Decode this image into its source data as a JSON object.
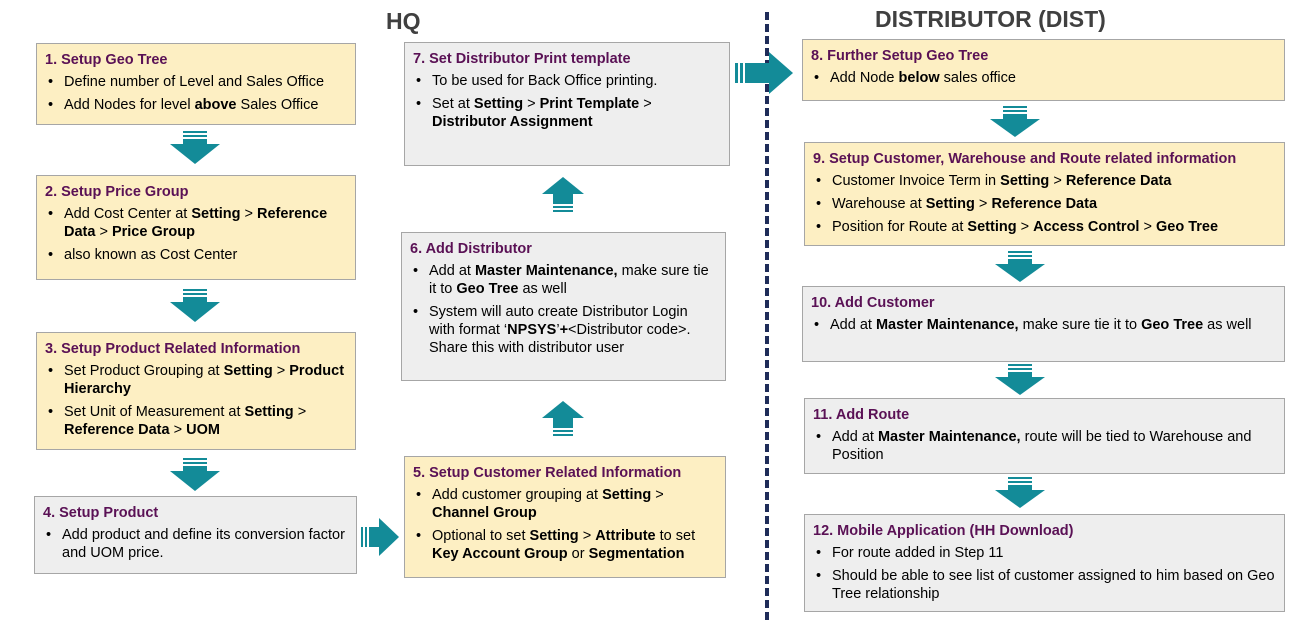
{
  "headers": {
    "hq": "HQ",
    "dist": "DISTRIBUTOR (DIST)"
  },
  "colors": {
    "box_fill_yellow": "#fdefc3",
    "box_fill_grey": "#eeeeee",
    "title_purple": "#5a1155",
    "arrow_teal": "#138b98",
    "divider_navy": "#1f2c59"
  },
  "steps": [
    {
      "title": "1.   Setup Geo Tree",
      "bullets": [
        [
          [
            "Define number of Level and Sales Office",
            false
          ]
        ],
        [
          [
            "Add Nodes for level ",
            false
          ],
          [
            "above",
            true
          ],
          [
            " Sales Office",
            false
          ]
        ]
      ]
    },
    {
      "title": "2. Setup Price Group",
      "bullets": [
        [
          [
            "Add Cost Center at ",
            false
          ],
          [
            "Setting",
            true
          ],
          [
            " > ",
            false
          ],
          [
            "Reference Data",
            true
          ],
          [
            " > ",
            false
          ],
          [
            "Price Group",
            true
          ]
        ],
        [
          [
            "also known as Cost Center",
            false
          ]
        ]
      ]
    },
    {
      "title": "3. Setup Product Related Information",
      "bullets": [
        [
          [
            "Set Product Grouping at ",
            false
          ],
          [
            "Setting",
            true
          ],
          [
            " > ",
            false
          ],
          [
            "Product Hierarchy",
            true
          ]
        ],
        [
          [
            "Set Unit of Measurement at ",
            false
          ],
          [
            "Setting",
            true
          ],
          [
            " > ",
            false
          ],
          [
            "Reference Data",
            true
          ],
          [
            " > ",
            false
          ],
          [
            "UOM",
            true
          ]
        ]
      ]
    },
    {
      "title": "4. Setup Product",
      "bullets": [
        [
          [
            "Add product and define its conversion factor and UOM price.",
            false
          ]
        ]
      ]
    },
    {
      "title": "5. Setup Customer Related Information",
      "bullets": [
        [
          [
            "Add customer grouping at ",
            false
          ],
          [
            "Setting",
            true
          ],
          [
            " > ",
            false
          ],
          [
            "Channel Group",
            true
          ]
        ],
        [
          [
            "Optional to set ",
            false
          ],
          [
            "Setting",
            true
          ],
          [
            " > ",
            false
          ],
          [
            "Attribute",
            true
          ],
          [
            " to set ",
            false
          ],
          [
            "Key Account Group",
            true
          ],
          [
            " or ",
            false
          ],
          [
            "Segmentation",
            true
          ]
        ]
      ]
    },
    {
      "title": "6. Add Distributor",
      "bullets": [
        [
          [
            "Add at ",
            false
          ],
          [
            "Master Maintenance,",
            true
          ],
          [
            " make sure tie it to ",
            false
          ],
          [
            "Geo Tree",
            true
          ],
          [
            " as well",
            false
          ]
        ],
        [
          [
            "System will auto create Distributor Login with format ‘",
            false
          ],
          [
            "NPSYS",
            true
          ],
          [
            "’",
            false
          ],
          [
            "+",
            true
          ],
          [
            "<Distributor code>. Share this with distributor user",
            false
          ]
        ]
      ]
    },
    {
      "title": "7. Set Distributor Print template",
      "bullets": [
        [
          [
            "To be used for Back Office printing.",
            false
          ]
        ],
        [
          [
            "Set at ",
            false
          ],
          [
            "Setting",
            true
          ],
          [
            " > ",
            false
          ],
          [
            "Print Template",
            true
          ],
          [
            " > ",
            false
          ],
          [
            "Distributor Assignment",
            true
          ]
        ]
      ]
    },
    {
      "title": "8. Further Setup Geo Tree",
      "bullets": [
        [
          [
            "Add Node ",
            false
          ],
          [
            "below",
            true
          ],
          [
            " sales office",
            false
          ]
        ]
      ]
    },
    {
      "title": "9. Setup Customer, Warehouse and Route related information",
      "bullets": [
        [
          [
            "Customer Invoice Term in ",
            false
          ],
          [
            "Setting",
            true
          ],
          [
            " > ",
            false
          ],
          [
            "Reference Data",
            true
          ]
        ],
        [
          [
            "Warehouse at ",
            false
          ],
          [
            "Setting",
            true
          ],
          [
            " > ",
            false
          ],
          [
            "Reference Data",
            true
          ]
        ],
        [
          [
            "Position for Route at ",
            false
          ],
          [
            "Setting",
            true
          ],
          [
            " > ",
            false
          ],
          [
            "Access Control",
            true
          ],
          [
            " > ",
            false
          ],
          [
            "Geo Tree",
            true
          ]
        ]
      ]
    },
    {
      "title": "10. Add Customer",
      "bullets": [
        [
          [
            "Add at ",
            false
          ],
          [
            "Master Maintenance,",
            true
          ],
          [
            " make sure tie it to ",
            false
          ],
          [
            "Geo Tree",
            true
          ],
          [
            " as well",
            false
          ]
        ]
      ]
    },
    {
      "title": "11. Add Route",
      "bullets": [
        [
          [
            "Add at ",
            false
          ],
          [
            "Master Maintenance,",
            true
          ],
          [
            " route will be tied to Warehouse and Position",
            false
          ]
        ]
      ]
    },
    {
      "title": "12. Mobile Application (HH Download)",
      "bullets": [
        [
          [
            "For route added in Step 11",
            false
          ]
        ],
        [
          [
            "Should be able to see list of customer assigned to him based on Geo Tree relationship",
            false
          ]
        ]
      ]
    }
  ]
}
